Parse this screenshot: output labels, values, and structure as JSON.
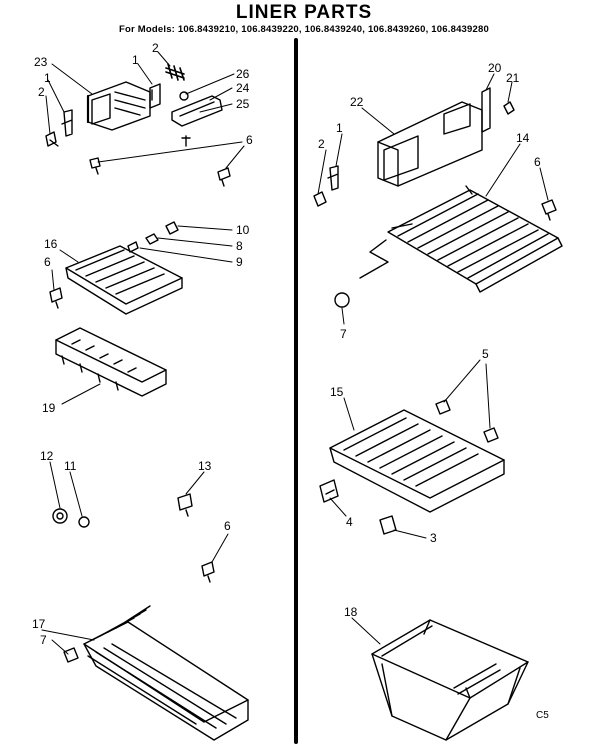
{
  "header": {
    "title": "LINER PARTS",
    "models": "For Models: 106.8439210, 106.8439220, 106.8439240, 106.8439260, 106.8439280"
  },
  "diagram_code": "C5",
  "callouts": [
    "23",
    "1",
    "2",
    "26",
    "24",
    "25",
    "6",
    "10",
    "8",
    "9",
    "16",
    "6",
    "19",
    "12",
    "11",
    "13",
    "6",
    "17",
    "7",
    "20",
    "21",
    "22",
    "1",
    "2",
    "14",
    "6",
    "7",
    "5",
    "15",
    "4",
    "3",
    "18"
  ]
}
